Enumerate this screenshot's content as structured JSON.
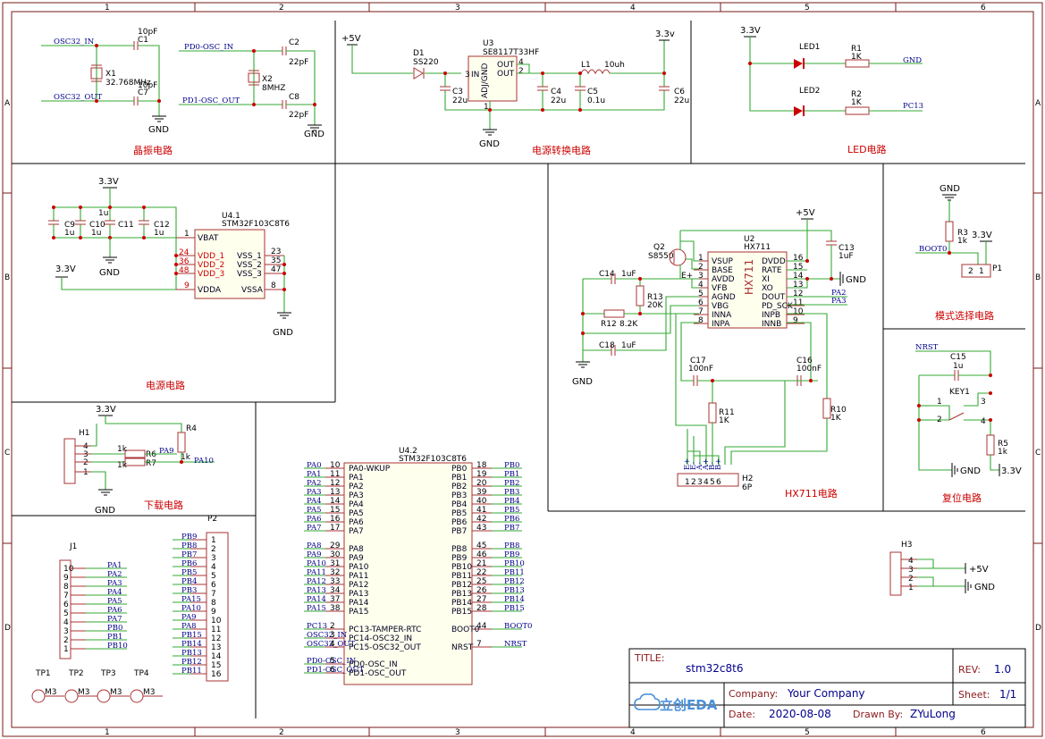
{
  "border": {
    "cols": [
      "1",
      "2",
      "3",
      "4",
      "5",
      "6"
    ],
    "rows": [
      "A",
      "B",
      "C",
      "D"
    ]
  },
  "sections": {
    "crystal": "晶振电路",
    "power_conv": "电源转换电路",
    "led": "LED电路",
    "power": "电源电路",
    "download": "下载电路",
    "hx711": "HX711电路",
    "mode": "模式选择电路",
    "reset": "复位电路"
  },
  "crystal": {
    "osc32_in": "OSC32_IN",
    "osc32_out": "OSC32_OUT",
    "c1": "C1",
    "c1v": "10pF",
    "c7": "C7",
    "c7v": "10pF",
    "x1": "X1",
    "x1v": "32.768MHz",
    "pd0": "PD0-OSC_IN",
    "pd1": "PD1-OSC_OUT",
    "c2": "C2",
    "c2v": "22pF",
    "c8": "C8",
    "c8v": "22pF",
    "x2": "X2",
    "x2v": "8MHZ",
    "gnd": "GND"
  },
  "powerconv": {
    "vin": "+5V",
    "d1": "D1",
    "d1v": "SS220",
    "u3": "U3",
    "u3v": "SE8117T33HF",
    "in": "IN",
    "out1": "OUT",
    "out2": "OUT",
    "adj": "ADJ/GND",
    "pin3": "3",
    "pin4": "4",
    "pin2": "2",
    "pin1": "1",
    "c3": "C3",
    "c3v": "22u",
    "c4": "C4",
    "c4v": "22u",
    "c5": "C5",
    "c5v": "0.1u",
    "l1": "L1",
    "l1v": "10uh",
    "c6": "C6",
    "c6v": "22u",
    "vout": "3.3v",
    "gnd": "GND"
  },
  "led": {
    "vcc": "3.3V",
    "led1": "LED1",
    "led2": "LED2",
    "r1": "R1",
    "r1v": "1K",
    "r2": "R2",
    "r2v": "1K",
    "gnd": "GND",
    "pc13": "PC13"
  },
  "power": {
    "vcc": "3.3V",
    "c9": "C9",
    "c10": "C10",
    "c11": "C11",
    "c12": "C12",
    "u1": "1u",
    "u41": "U4.1",
    "u41v": "STM32F103C8T6",
    "vbat": "VBAT",
    "vdd1": "VDD_1",
    "vdd2": "VDD_2",
    "vdd3": "VDD_3",
    "vdda": "VDDA",
    "vss1": "VSS_1",
    "vss2": "VSS_2",
    "vss3": "VSS_3",
    "vssa": "VSSA",
    "p1": "1",
    "p24": "24",
    "p36": "36",
    "p48": "48",
    "p9": "9",
    "p23": "23",
    "p35": "35",
    "p47": "47",
    "p8": "8",
    "vcc2": "3.3V",
    "gnd": "GND"
  },
  "download": {
    "vcc": "3.3V",
    "h1": "H1",
    "r4": "R4",
    "r4v": "1k",
    "r6": "R6",
    "r7": "R7",
    "r6v": "1k",
    "r7v": "1k",
    "pa9": "PA9",
    "pa10": "PA10",
    "pins": [
      "4",
      "3",
      "2",
      "1"
    ],
    "gnd": "GND"
  },
  "j1": {
    "name": "J1",
    "pins": [
      "10",
      "9",
      "8",
      "7",
      "6",
      "5",
      "4",
      "3",
      "2",
      "1"
    ],
    "nets": [
      "PA1",
      "PA2",
      "PA3",
      "PA4",
      "PA5",
      "PA6",
      "PA7",
      "PB0",
      "PB1",
      "PB10"
    ]
  },
  "p2": {
    "name": "P2",
    "pins": [
      "1",
      "2",
      "3",
      "4",
      "5",
      "6",
      "7",
      "8",
      "9",
      "10",
      "11",
      "12",
      "13",
      "14",
      "15",
      "16"
    ],
    "nets": [
      "PB9",
      "PB8",
      "PB7",
      "PB6",
      "PB5",
      "PB4",
      "PB3",
      "PA15",
      "PA10",
      "PA9",
      "PA8",
      "PB15",
      "PB14",
      "PB13",
      "PB12",
      "PB11"
    ]
  },
  "tp": {
    "names": [
      "TP1",
      "TP2",
      "TP3",
      "TP4"
    ],
    "val": "M3"
  },
  "u42": {
    "name": "U4.2",
    "part": "STM32F103C8T6",
    "left": [
      {
        "net": "PA0",
        "num": "10",
        "pin": "PA0-WKUP"
      },
      {
        "net": "PA1",
        "num": "11",
        "pin": "PA1"
      },
      {
        "net": "PA2",
        "num": "12",
        "pin": "PA2"
      },
      {
        "net": "PA3",
        "num": "13",
        "pin": "PA3"
      },
      {
        "net": "PA4",
        "num": "14",
        "pin": "PA4"
      },
      {
        "net": "PA5",
        "num": "15",
        "pin": "PA5"
      },
      {
        "net": "PA6",
        "num": "16",
        "pin": "PA6"
      },
      {
        "net": "PA7",
        "num": "17",
        "pin": "PA7"
      },
      {
        "net": "PA8",
        "num": "29",
        "pin": "PA8"
      },
      {
        "net": "PA9",
        "num": "30",
        "pin": "PA9"
      },
      {
        "net": "PA10",
        "num": "31",
        "pin": "PA10"
      },
      {
        "net": "PA11",
        "num": "32",
        "pin": "PA11"
      },
      {
        "net": "PA12",
        "num": "33",
        "pin": "PA12"
      },
      {
        "net": "PA13",
        "num": "34",
        "pin": "PA13"
      },
      {
        "net": "PA14",
        "num": "37",
        "pin": "PA14"
      },
      {
        "net": "PA15",
        "num": "38",
        "pin": "PA15"
      },
      {
        "net": "PC13",
        "num": "2",
        "pin": "PC13-TAMPER-RTC"
      },
      {
        "net": "OSC32_IN",
        "num": "3",
        "pin": "PC14-OSC32_IN"
      },
      {
        "net": "OSC32_OUT",
        "num": "4",
        "pin": "PC15-OSC32_OUT"
      },
      {
        "net": "PD0-OSC_IN",
        "num": "5",
        "pin": "PD0-OSC_IN"
      },
      {
        "net": "PD1-OSC_OUT",
        "num": "6",
        "pin": "PD1-OSC_OUT"
      }
    ],
    "right": [
      {
        "net": "PB0",
        "num": "18",
        "pin": "PB0"
      },
      {
        "net": "PB1",
        "num": "19",
        "pin": "PB1"
      },
      {
        "net": "PB2",
        "num": "20",
        "pin": "PB2"
      },
      {
        "net": "PB3",
        "num": "39",
        "pin": "PB3"
      },
      {
        "net": "PB4",
        "num": "40",
        "pin": "PB4"
      },
      {
        "net": "PB5",
        "num": "41",
        "pin": "PB5"
      },
      {
        "net": "PB6",
        "num": "42",
        "pin": "PB6"
      },
      {
        "net": "PB7",
        "num": "43",
        "pin": "PB7"
      },
      {
        "net": "PB8",
        "num": "45",
        "pin": "PB8"
      },
      {
        "net": "PB9",
        "num": "46",
        "pin": "PB9"
      },
      {
        "net": "PB10",
        "num": "21",
        "pin": "PB10"
      },
      {
        "net": "PB11",
        "num": "22",
        "pin": "PB11"
      },
      {
        "net": "PB12",
        "num": "25",
        "pin": "PB12"
      },
      {
        "net": "PB13",
        "num": "26",
        "pin": "PB13"
      },
      {
        "net": "PB14",
        "num": "27",
        "pin": "PB14"
      },
      {
        "net": "PB15",
        "num": "28",
        "pin": "PB15"
      },
      {
        "net": "BOOT0",
        "num": "44",
        "pin": "BOOT0"
      },
      {
        "net": "NRST",
        "num": "7",
        "pin": "NRST"
      }
    ]
  },
  "hx711": {
    "vcc": "+5V",
    "u2": "U2",
    "u2v": "HX711",
    "body": "HX711",
    "q2": "Q2",
    "q2v": "S8550",
    "eplus": "E+",
    "left_pins": [
      {
        "num": "1",
        "pin": "VSUP"
      },
      {
        "num": "2",
        "pin": "BASE"
      },
      {
        "num": "3",
        "pin": "AVDD"
      },
      {
        "num": "4",
        "pin": "VFB"
      },
      {
        "num": "5",
        "pin": "AGND"
      },
      {
        "num": "6",
        "pin": "VBG"
      },
      {
        "num": "7",
        "pin": "INNA"
      },
      {
        "num": "8",
        "pin": "INPA"
      }
    ],
    "right_pins": [
      {
        "num": "16",
        "pin": "DVDD"
      },
      {
        "num": "15",
        "pin": "RATE"
      },
      {
        "num": "14",
        "pin": "XI"
      },
      {
        "num": "13",
        "pin": "XO"
      },
      {
        "num": "12",
        "pin": "DOUT"
      },
      {
        "num": "11",
        "pin": "PD_SCK"
      },
      {
        "num": "10",
        "pin": "INPB"
      },
      {
        "num": "9",
        "pin": "INNB"
      }
    ],
    "c13": "C13",
    "c13v": "1uF",
    "c14": "C14",
    "c14v": "1uF",
    "c18": "C18",
    "c18v": "1uF",
    "r13": "R13",
    "r13v": "20K",
    "r12": "R12",
    "r12v": "8.2K",
    "c17": "C17",
    "c17v": "100nF",
    "c16": "C16",
    "c16v": "100nF",
    "r11": "R11",
    "r11v": "1K",
    "r10": "R10",
    "r10v": "1K",
    "pa2": "PA2",
    "pa3": "PA3",
    "gnd": "GND",
    "gnd2": "GND",
    "h2": "H2",
    "h2v": "6P",
    "h2_nets": [
      "E+",
      "E-",
      "A-",
      "A+",
      "B-",
      "B+"
    ],
    "h2_pins": [
      "1",
      "2",
      "3",
      "4",
      "5",
      "6"
    ]
  },
  "mode": {
    "gnd": "GND",
    "r3": "R3",
    "r3v": "1k",
    "vcc": "3.3V",
    "boot0": "BOOT0",
    "p1": "P1",
    "p1pins": [
      "2",
      "1"
    ]
  },
  "reset": {
    "nrst": "NRST",
    "c15": "C15",
    "c15v": "1u",
    "key1": "KEY1",
    "pins": [
      "1",
      "2",
      "3",
      "4"
    ],
    "r5": "R5",
    "r5v": "1k",
    "gnd": "GND",
    "vcc": "3.3V"
  },
  "h3": {
    "name": "H3",
    "pins": [
      "4",
      "3",
      "2",
      "1"
    ],
    "vcc": "+5V",
    "gnd": "GND"
  },
  "titleblock": {
    "title_label": "TITLE:",
    "title": "stm32c8t6",
    "rev_label": "REV:",
    "rev": "1.0",
    "company_label": "Company:",
    "company": "Your Company",
    "sheet_label": "Sheet:",
    "sheet": "1/1",
    "date_label": "Date:",
    "date": "2020-08-08",
    "drawn_label": "Drawn By:",
    "drawn": "ZYuLong",
    "logo": "立创EDA"
  }
}
